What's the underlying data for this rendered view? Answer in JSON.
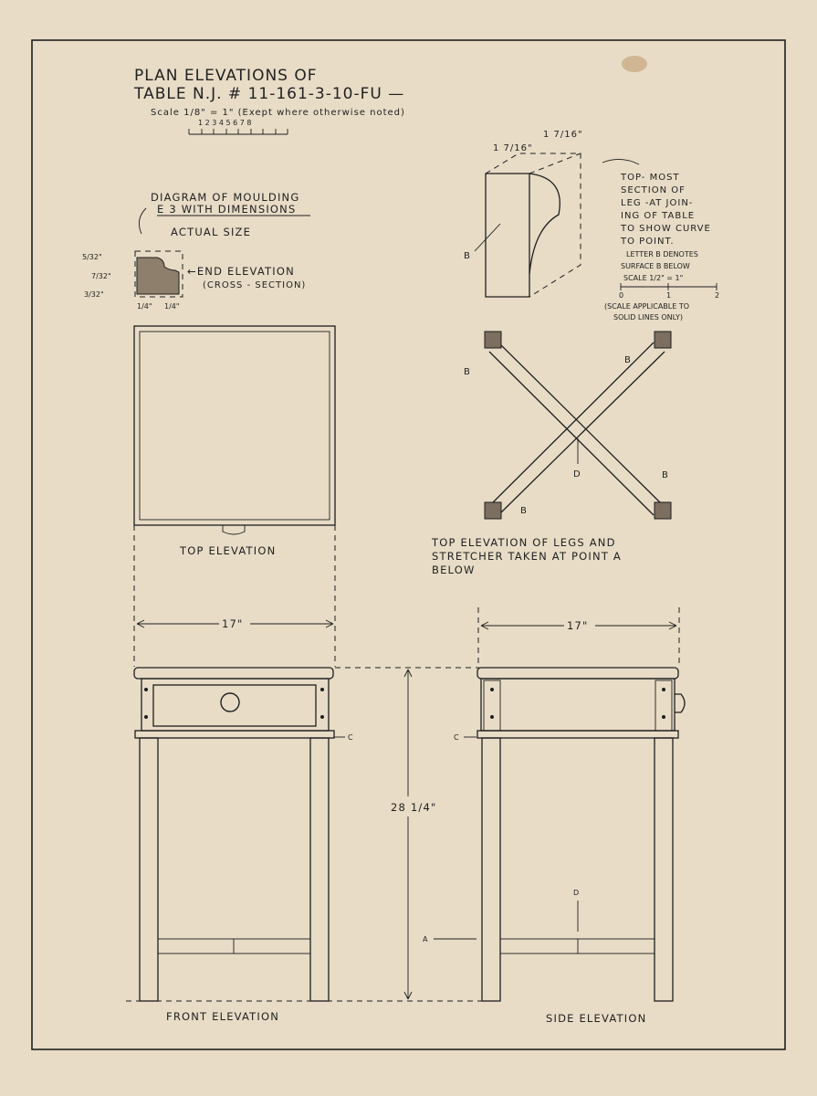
{
  "title": {
    "line1": "PLAN ELEVATIONS OF",
    "line2": "TABLE N.J. # 11-161-3-10-FU —",
    "scale": "Scale 1/8\" = 1\"  (Exept where otherwise noted)",
    "scale_ticks": "1 2 3 4 5 6 7 8"
  },
  "moulding": {
    "heading1": "DIAGRAM OF MOULDING",
    "heading2": "E 3 WITH DIMENSIONS",
    "actual_size": "ACTUAL SIZE",
    "end_elevation": "←END ELEVATION",
    "cross_section": "(CROSS - SECTION)",
    "dim_a": "5/32\"",
    "dim_b": "7/32\"",
    "dim_c": "3/32\"",
    "dim_d": "1/4\"",
    "dim_e": "1/4\""
  },
  "leg_section": {
    "dim_a": "1 7/16\"",
    "dim_b": "1 7/16\"",
    "note": [
      "TOP- MOST",
      "SECTION OF",
      "LEG -AT JOIN-",
      "ING OF TABLE",
      "TO SHOW CURVE",
      "TO POINT.",
      "LETTER B DENOTES",
      "SURFACE B BELOW",
      "SCALE 1/2\" = 1\""
    ],
    "scale_ticks": [
      "0",
      "1",
      "2"
    ],
    "scale_note": [
      "(SCALE APPLICABLE TO",
      "SOLID LINES ONLY)"
    ],
    "surface_label": "B"
  },
  "top_elevation": {
    "caption": "TOP ELEVATION",
    "width_dim": "17\""
  },
  "legs_plan": {
    "labels": [
      "B",
      "B",
      "B",
      "B",
      "D"
    ],
    "caption": [
      "TOP ELEVATION OF LEGS AND",
      "STRETCHER TAKEN AT POINT A",
      "BELOW"
    ]
  },
  "front_elevation": {
    "caption": "FRONT ELEVATION",
    "height_dim": "28 1/4\"",
    "label_c": "C",
    "label_a": "A"
  },
  "side_elevation": {
    "caption": "SIDE ELEVATION",
    "width_dim": "17\"",
    "label_c": "C",
    "label_d": "D"
  }
}
